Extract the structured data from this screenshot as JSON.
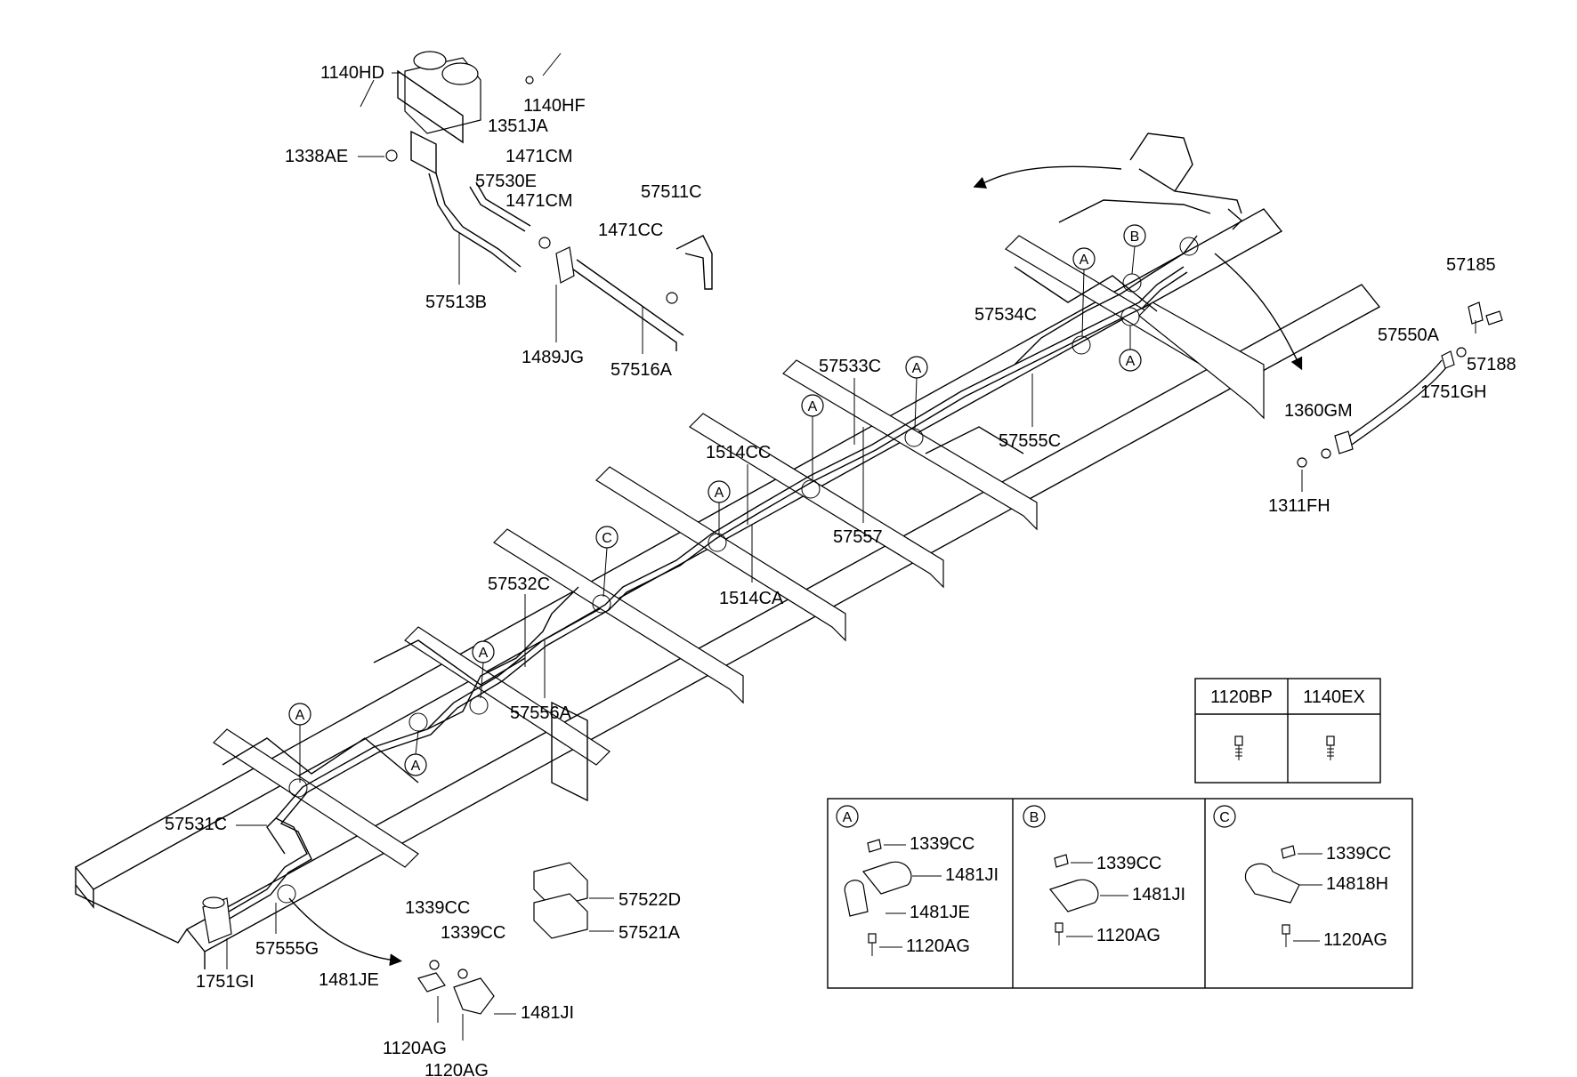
{
  "parts": {
    "p1140HD": "1140HD",
    "p1140HF": "1140HF",
    "p1351JA": "1351JA",
    "p1338AE": "1338AE",
    "p1471CM_a": "1471CM",
    "p57530E": "57530E",
    "p1471CM_b": "1471CM",
    "p57511C": "57511C",
    "p1471CC": "1471CC",
    "p57513B": "57513B",
    "p1489JG": "1489JG",
    "p57516A": "57516A",
    "p57534C": "57534C",
    "p57533C": "57533C",
    "p57555C": "57555C",
    "p1514CC": "1514CC",
    "p57557": "57557",
    "p57532C": "57532C",
    "p1514CA": "1514CA",
    "p57556A": "57556A",
    "p57531C": "57531C",
    "p57555G": "57555G",
    "p1751GI": "1751GI",
    "p57185": "57185",
    "p57550A": "57550A",
    "p57188": "57188",
    "p1751GH": "1751GH",
    "p1360GM": "1360GM",
    "p1311FH": "1311FH",
    "p57522D": "57522D",
    "p57521A": "57521A",
    "p1339CC_a": "1339CC",
    "p1339CC_b": "1339CC",
    "p1481JE": "1481JE",
    "p1481JI": "1481JI",
    "p1120AG_a": "1120AG",
    "p1120AG_b": "1120AG"
  },
  "callouts": {
    "A": "A",
    "B": "B",
    "C": "C"
  },
  "fastener_table": {
    "headers": [
      "1120BP",
      "1140EX"
    ]
  },
  "legend": {
    "A": {
      "title": "A",
      "items": [
        "1339CC",
        "1481JI",
        "1481JE",
        "1120AG"
      ]
    },
    "B": {
      "title": "B",
      "items": [
        "1339CC",
        "1481JI",
        "1120AG"
      ]
    },
    "C": {
      "title": "C",
      "items": [
        "1339CC",
        "14818H",
        "1120AG"
      ]
    }
  }
}
